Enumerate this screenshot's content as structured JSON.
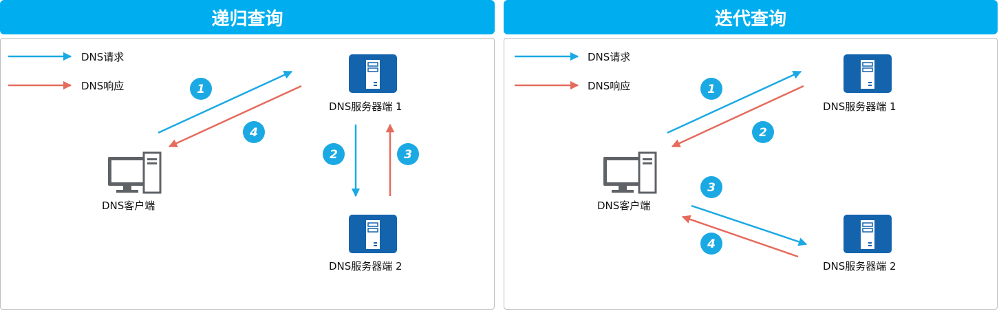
{
  "colors": {
    "accent": "#00aeef",
    "request": "#1ba9e4",
    "response": "#e56b5d",
    "server": "#1363ad"
  },
  "legend": {
    "request": "DNS请求",
    "response": "DNS响应"
  },
  "recursive": {
    "title": "递归查询",
    "client_label": "DNS客户端",
    "server1_label": "DNS服务器端 1",
    "server2_label": "DNS服务器端 2",
    "steps": [
      "1",
      "4",
      "2",
      "3"
    ]
  },
  "iterative": {
    "title": "迭代查询",
    "client_label": "DNS客户端",
    "server1_label": "DNS服务器端 1",
    "server2_label": "DNS服务器端 2",
    "steps": [
      "1",
      "2",
      "3",
      "4"
    ]
  }
}
